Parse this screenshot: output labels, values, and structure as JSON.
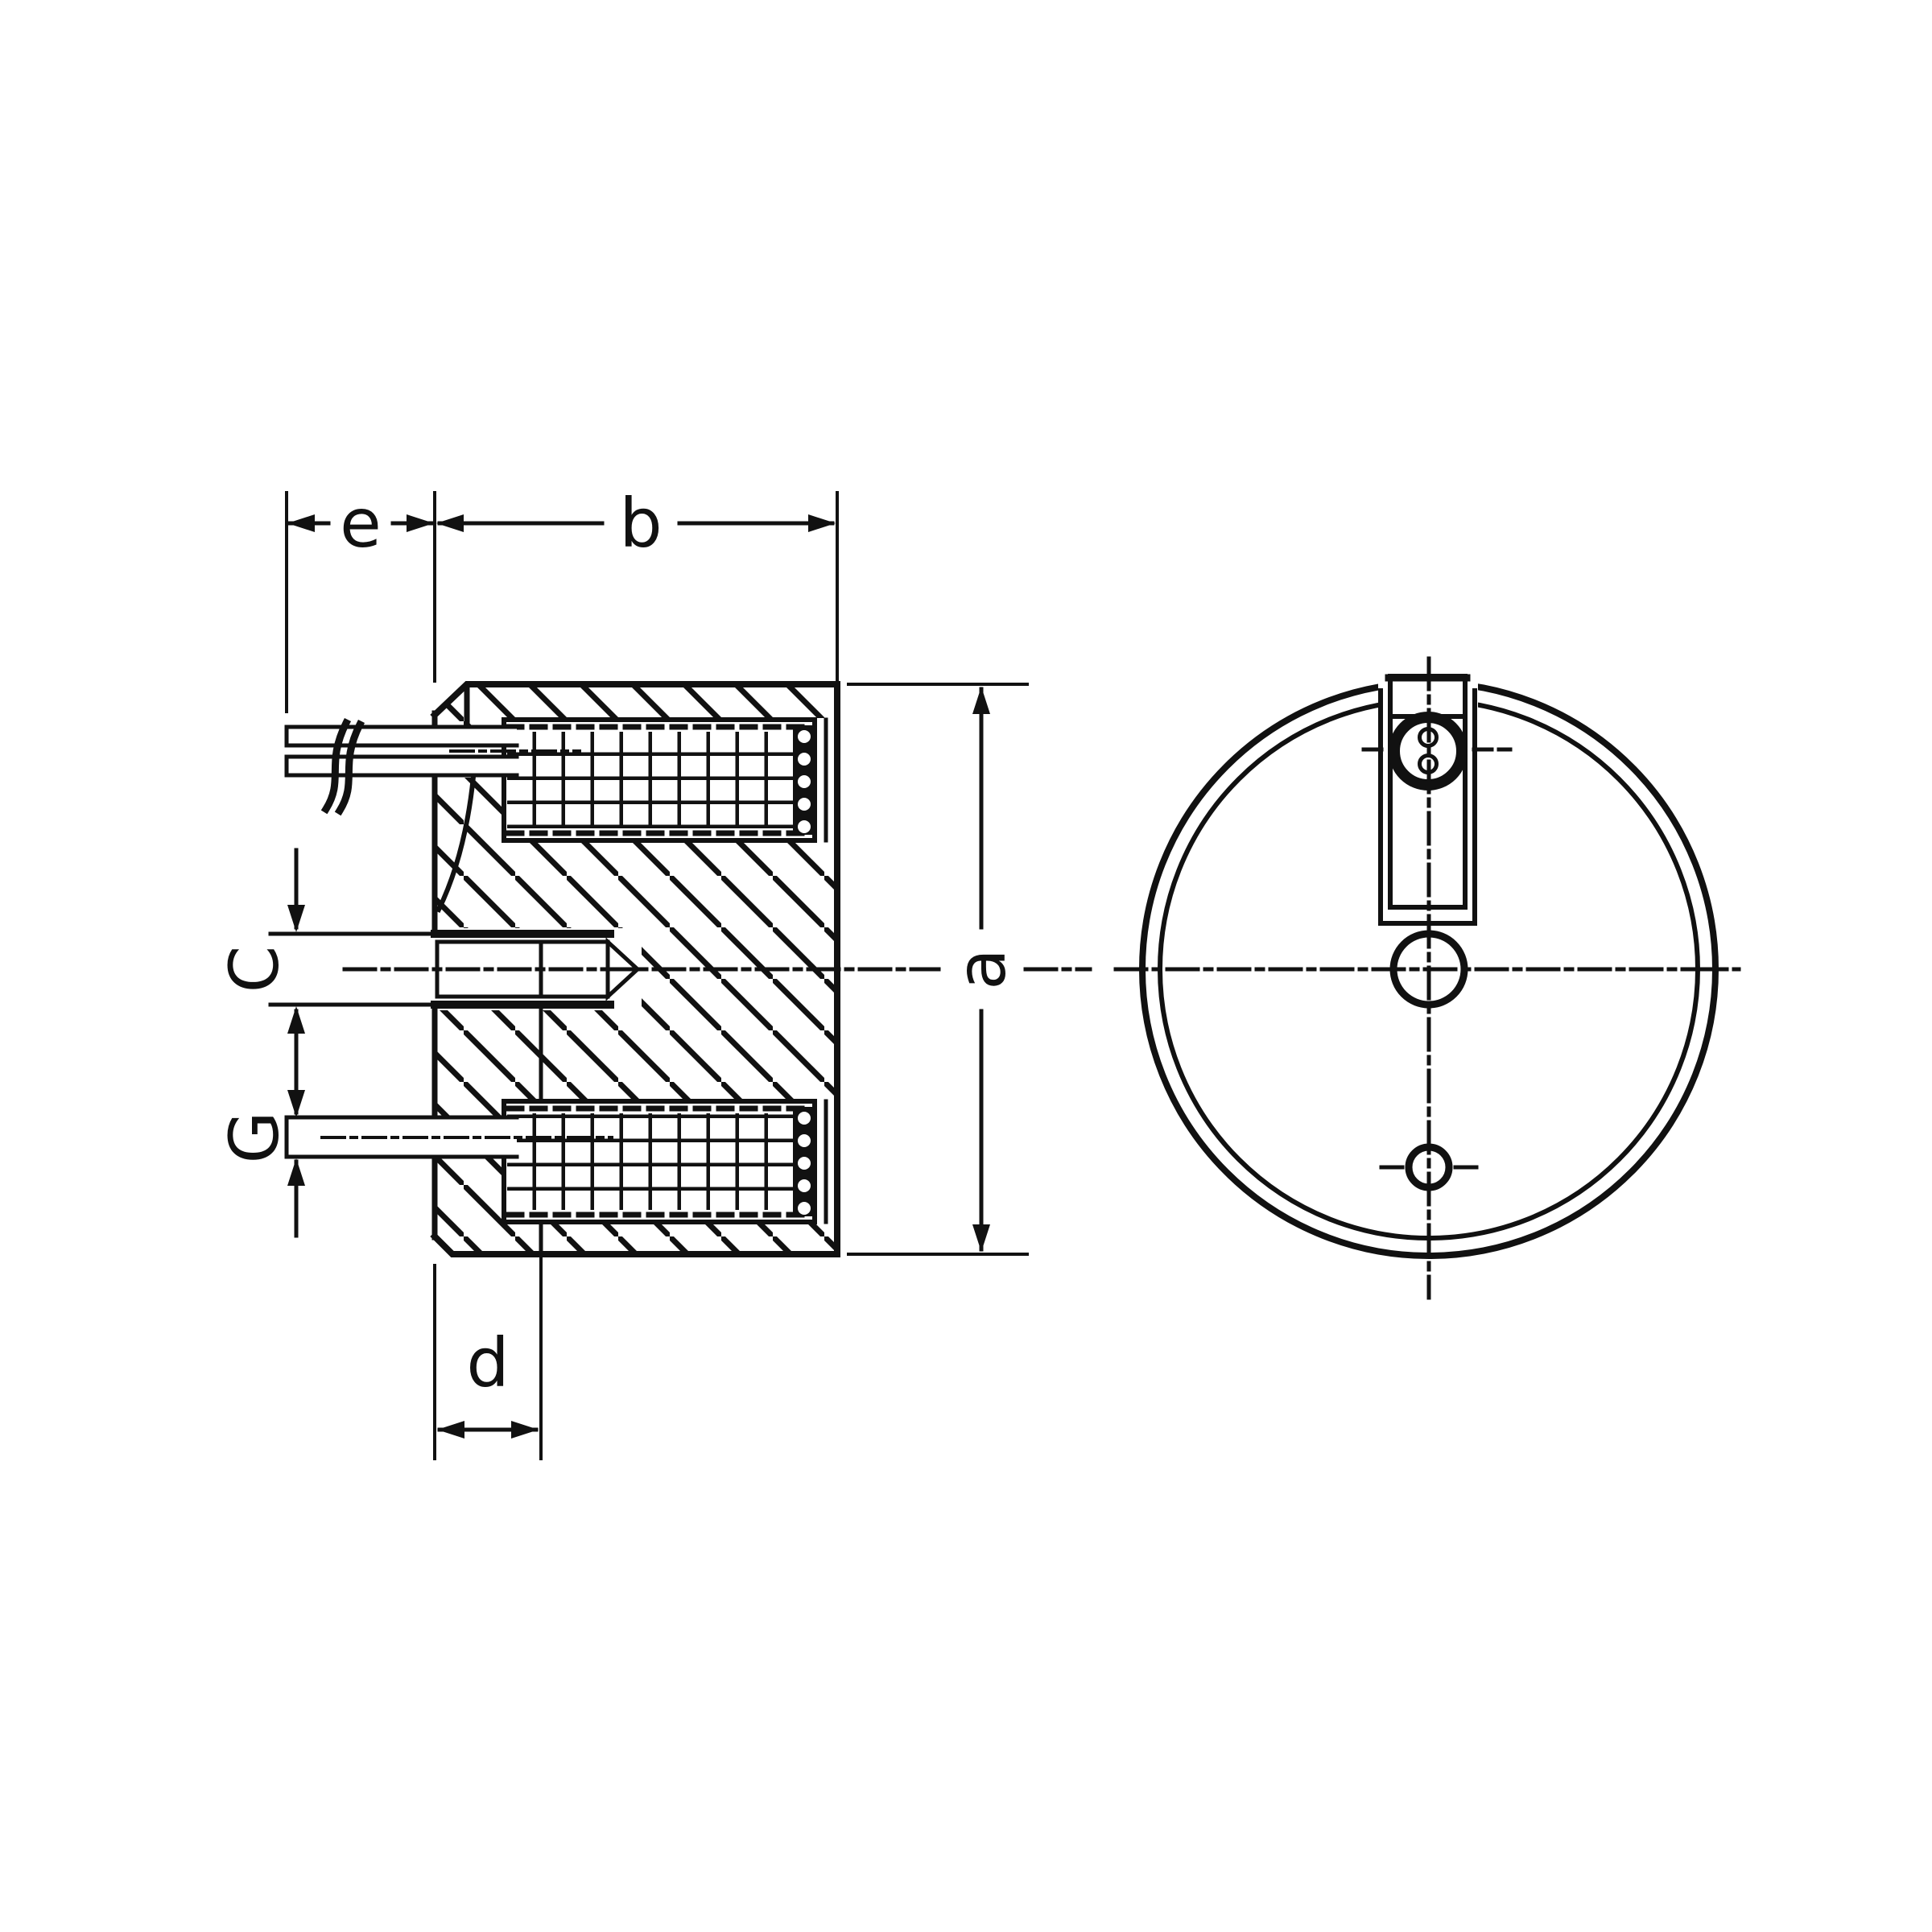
{
  "drawing": {
    "background_color": "#ffffff",
    "line_color": "#111111",
    "dimension_labels": {
      "e": "e",
      "b": "b",
      "a": "a",
      "c": "C",
      "g": "G",
      "d": "d"
    }
  }
}
